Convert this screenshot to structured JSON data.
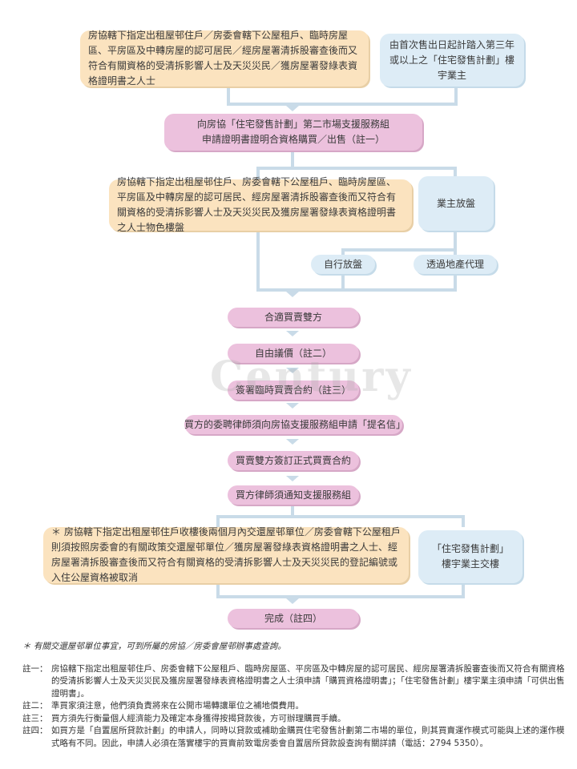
{
  "flow": {
    "top_left": "房協轄下指定出租屋邨住戶／房委會轄下公屋租戶、臨時房屋區、平房區及中轉房屋的認可居民／經房屋署清拆股審查後而又符合有關資格的受清拆影響人士及天災災民／獲房屋署發綠表資格證明書之人士",
    "top_right": "由首次售出日起計踏入第三年或以上之「住宅發售計劃」樓宇業主",
    "step_apply": "向房協「住宅發售計劃」第二市場支援服務組申請證明書證明合資格購買／出售（註一）",
    "buyer_box": "房協轄下指定出租屋邨住戶、房委會轄下公屋租戶、臨時房屋區、平房區及中轉房屋的認可居民、經房屋署清拆股審查後而又符合有關資格的受清拆影響人士及天災災民及獲房屋署發綠表資格證明書之人士物色樓盤",
    "owner_list": "業主放盤",
    "self_list": "自行放盤",
    "agent_list": "透過地產代理",
    "match": "合適買賣雙方",
    "negotiate": "自由議價（註二）",
    "provisional": "簽署臨時買賣合約（註三）",
    "nomination": "買方的委聘律師須向房協支援服務組申請「提名信」",
    "formal": "買賣雙方簽訂正式買賣合約",
    "notify": "買方律師須通知支援服務組",
    "bottom_left": "＊ 房協轄下指定出租屋邨住戶收樓後兩個月內交還屋邨單位／房委會轄下公屋租戶則須按照房委會的有關政策交還屋邨單位／獲房屋署發綠表資格證明書之人士、經房屋署清拆股審查後而又符合有關資格的受清拆影響人士及天災災民的登記編號或入住公屋資格被取消",
    "bottom_right": "「住宅發售計劃」樓宇業主交樓",
    "complete": "完成（註四）"
  },
  "watermark": "Century",
  "notes": {
    "star": "＊ 有關交還屋邨單位事宜，可到所屬的房協／房委會屋邨辦事處查詢。",
    "items": [
      {
        "label": "註一：",
        "text": "房協轄下指定出租屋邨住戶、房委會轄下公屋租戶、臨時房屋區、平房區及中轉房屋的認可居民、經房屋署清拆股審查後而又符合有關資格的受清拆影響人士及天災災民及獲房屋署發綠表資格證明書之人士須申請「購買資格證明書」；「住宅發售計劃」樓宇業主須申請「可供出售證明書」。"
      },
      {
        "label": "註二：",
        "text": "準買家須注意，他們須負責將來在公開市場轉讓單位之補地價費用。"
      },
      {
        "label": "註三：",
        "text": "買方須先行衡量個人經濟能力及確定本身獲得按揭貸款後，方可辦理購買手續。"
      },
      {
        "label": "註四：",
        "text": "如買方是「自置居所貸款計劃」的申請人，同時以貸款或補助金購買住宅發售計劃第二市場的單位，則其買賣運作模式可能與上述的運作模式略有不同。因此，申請人必須在落實樓宇的買賣前致電房委會自置居所貸款設查詢有關詳請（電話：2794 5350）。"
      }
    ]
  }
}
